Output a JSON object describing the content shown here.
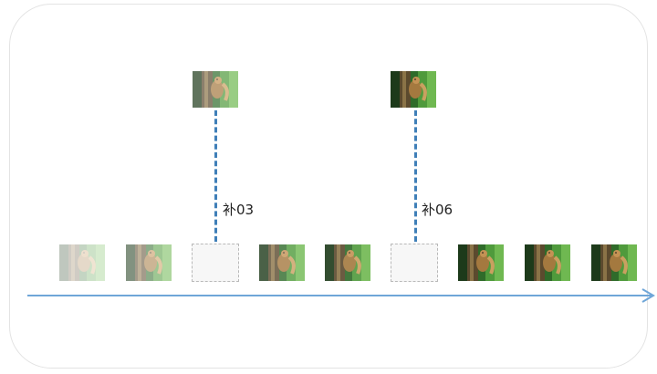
{
  "diagram": {
    "frames": [
      {
        "kind": "frame",
        "image": "squirrel-on-tree-photo",
        "opacity": 0.28
      },
      {
        "kind": "frame",
        "image": "squirrel-on-tree-photo",
        "opacity": 0.55
      },
      {
        "kind": "placeholder"
      },
      {
        "kind": "frame",
        "image": "squirrel-on-tree-photo",
        "opacity": 0.8
      },
      {
        "kind": "frame",
        "image": "squirrel-on-tree-photo",
        "opacity": 0.9
      },
      {
        "kind": "placeholder"
      },
      {
        "kind": "frame",
        "image": "squirrel-on-tree-photo",
        "opacity": 1.0
      },
      {
        "kind": "frame",
        "image": "squirrel-on-tree-photo",
        "opacity": 1.0
      },
      {
        "kind": "frame",
        "image": "squirrel-on-tree-photo",
        "opacity": 1.0
      }
    ],
    "inserted": [
      {
        "label": "补03",
        "image": "squirrel-on-tree-photo",
        "opacity": 0.7,
        "target_slot": 3
      },
      {
        "label": "补06",
        "image": "squirrel-on-tree-photo",
        "opacity": 1.0,
        "target_slot": 6
      }
    ],
    "colors": {
      "connector": "#3f7fb8",
      "axis": "#6fa6d8",
      "placeholder_border": "#b9b9b9"
    },
    "axis_icon": "right-arrow-icon"
  }
}
